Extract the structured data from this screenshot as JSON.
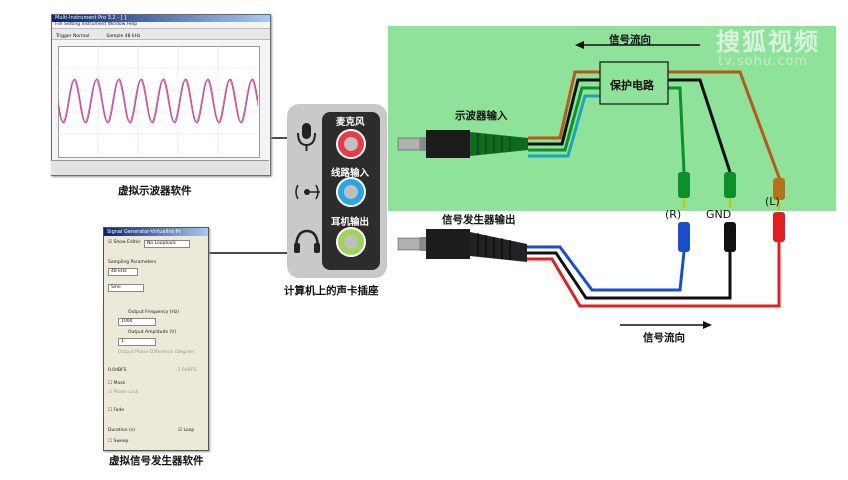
{
  "watermark": {
    "brand": "搜狐视频",
    "domain": "tv.sohu.com"
  },
  "labels": {
    "signal_direction_top": "信号流向",
    "signal_direction_bottom": "信号流向",
    "protection_circuit": "保护电路",
    "oscilloscope_input": "示波器输入",
    "generator_output": "信号发生器输出",
    "clip_right": "(R)",
    "clip_gnd": "GND",
    "clip_left": "(L)",
    "soundcard_caption": "计算机上的声卡插座",
    "virtual_oscilloscope": "虚拟示波器软件",
    "virtual_generator": "虚拟信号发生器软件"
  },
  "jacks": {
    "mic": "麦克风",
    "line_in": "线路输入",
    "headphone": "耳机输出"
  },
  "oscilloscope_window": {
    "title": "Multi-Instrument Pro 3.2 - [ ]",
    "menu": "File  Setting  Instrument  Window  Help",
    "trigger": "Trigger  Normal",
    "sample": "Sample 48 kHz"
  },
  "generator_window": {
    "title": "Signal Generator-VirtualIns Pr",
    "show_editor": "Show Editor",
    "loopback": "No Loopback",
    "sampling_parameters": "Sampling Parameters",
    "sampling_rate": "48 kHz",
    "waveform": "Sine",
    "output_frequency": "Output Frequency (Hz)",
    "frequency_value": "1000",
    "output_amplitude": "Output Amplitude (V)",
    "amplitude_value": "1",
    "phase_label": "Output Phase Difference (Degree)",
    "db_left": "0.0dBFS",
    "db_right": "-2.0dBFS",
    "mask": "Mask",
    "phase_lock": "Phase Lock",
    "fade": "Fade",
    "duration": "Duration (s)",
    "loop": "Loop",
    "sweep": "Sweep"
  },
  "colors": {
    "panel_green": "#8ee29a",
    "wire_red": "#e02020",
    "wire_brown": "#b55a1a",
    "wire_green": "#0d8f2a",
    "wire_black": "#111111",
    "wire_cyan": "#1fa3b8",
    "wire_blue": "#1b4fc8",
    "jack_pink": "#e83a4a",
    "jack_blue": "#29a6e6",
    "jack_green": "#9fd35a"
  }
}
